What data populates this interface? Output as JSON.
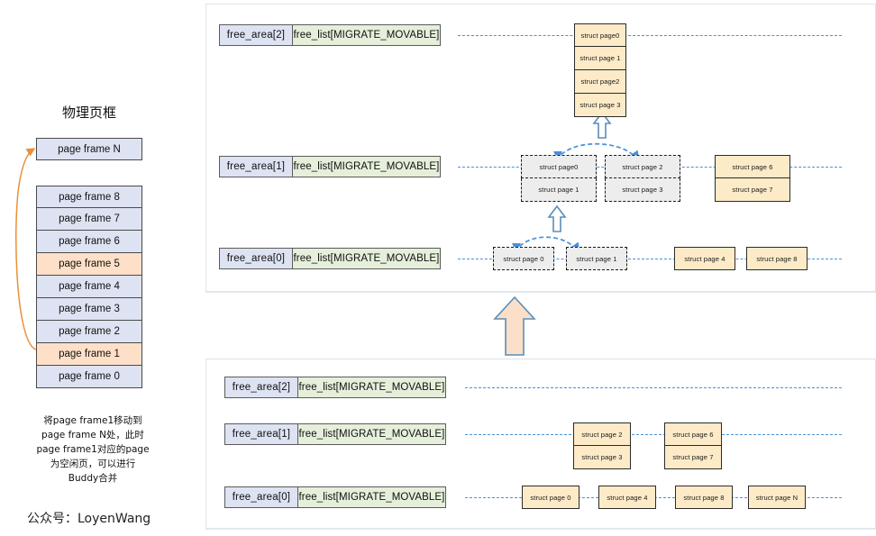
{
  "left_column": {
    "title": "物理页框",
    "top_frame": {
      "label": "page frame N",
      "highlight": false
    },
    "frames": [
      {
        "label": "page frame 8",
        "highlight": false
      },
      {
        "label": "page frame 7",
        "highlight": false
      },
      {
        "label": "page frame 6",
        "highlight": false
      },
      {
        "label": "page frame 5",
        "highlight": true
      },
      {
        "label": "page frame 4",
        "highlight": false
      },
      {
        "label": "page frame 3",
        "highlight": false
      },
      {
        "label": "page frame 2",
        "highlight": false
      },
      {
        "label": "page frame 1",
        "highlight": true
      },
      {
        "label": "page frame 0",
        "highlight": false
      }
    ],
    "caption_lines": [
      "将page frame1移动到",
      "page frame N处，此时",
      "page frame1对应的page",
      "为空闲页，可以进行",
      "Buddy合并"
    ],
    "signature": "公众号：LoyenWang"
  },
  "top_panel": {
    "rows": [
      {
        "free_area": "free_area[2]",
        "free_list": "free_list[MIGRATE_MOVABLE]",
        "nodes": [
          {
            "style": "solid",
            "pages": [
              "struct page0",
              "struct page 1",
              "struct page2",
              "struct page 3"
            ]
          }
        ]
      },
      {
        "free_area": "free_area[1]",
        "free_list": "free_list[MIGRATE_MOVABLE]",
        "nodes": [
          {
            "style": "dashed",
            "pages": [
              "struct page0",
              "struct page 1"
            ]
          },
          {
            "style": "dashed",
            "pages": [
              "struct page 2",
              "struct page 3"
            ]
          },
          {
            "style": "solid",
            "pages": [
              "struct page 6",
              "struct page 7"
            ]
          }
        ]
      },
      {
        "free_area": "free_area[0]",
        "free_list": "free_list[MIGRATE_MOVABLE]",
        "nodes": [
          {
            "style": "dashed",
            "pages": [
              "struct page 0"
            ]
          },
          {
            "style": "dashed",
            "pages": [
              "struct page 1"
            ]
          },
          {
            "style": "solid",
            "pages": [
              "struct page 4"
            ]
          },
          {
            "style": "solid",
            "pages": [
              "struct page 8"
            ]
          }
        ]
      }
    ]
  },
  "bottom_panel": {
    "rows": [
      {
        "free_area": "free_area[2]",
        "free_list": "free_list[MIGRATE_MOVABLE]",
        "nodes": []
      },
      {
        "free_area": "free_area[1]",
        "free_list": "free_list[MIGRATE_MOVABLE]",
        "nodes": [
          {
            "style": "solid",
            "pages": [
              "struct page 2",
              "struct page 3"
            ]
          },
          {
            "style": "solid",
            "pages": [
              "struct page 6",
              "struct page 7"
            ]
          }
        ]
      },
      {
        "free_area": "free_area[0]",
        "free_list": "free_list[MIGRATE_MOVABLE]",
        "nodes": [
          {
            "style": "solid",
            "pages": [
              "struct page 0"
            ]
          },
          {
            "style": "solid",
            "pages": [
              "struct page 4"
            ]
          },
          {
            "style": "solid",
            "pages": [
              "struct page 8"
            ]
          },
          {
            "style": "solid",
            "pages": [
              "struct page N"
            ]
          }
        ]
      }
    ]
  },
  "colors": {
    "page_frame_fill": "#dde3f2",
    "page_frame_highlight": "#fde0c7",
    "free_area_fill": "#dde3f2",
    "free_list_fill": "#e5efda",
    "struct_page_fill": "#fdebc8",
    "struct_page_dashed_fill": "#ededed",
    "connector_line": "#4a90d9",
    "merge_arrow_outline": "#5b8db8",
    "big_arrow_fill": "#fbdfc8",
    "move_arrow": "#e8903a"
  }
}
